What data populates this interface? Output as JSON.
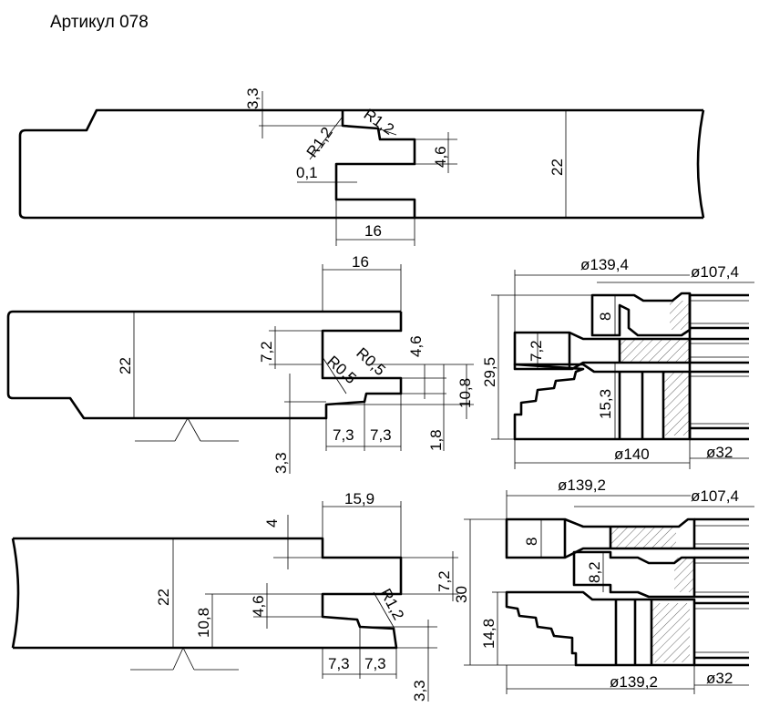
{
  "title": "Артикул 078",
  "view1": {
    "dims": {
      "d33": "3,3",
      "r12a": "R1,2",
      "r12b": "R1,2",
      "d46": "4,6",
      "d22": "22",
      "d01": "0,1",
      "d16": "16"
    }
  },
  "view2": {
    "dims": {
      "d16": "16",
      "d22": "22",
      "d72": "7,2",
      "d46": "4,6",
      "r05a": "R0,5",
      "r05b": "R0,5",
      "d108": "10,8",
      "d73a": "7,3",
      "d73b": "7,3",
      "d18": "1,8",
      "d33": "3,3"
    }
  },
  "view3": {
    "dims": {
      "d1394": "ø139,4",
      "d1074": "ø107,4",
      "d8": "8",
      "d72": "7,2",
      "d295": "29,5",
      "d153": "15,3",
      "d140": "ø140",
      "d32": "ø32"
    }
  },
  "view4": {
    "dims": {
      "d159": "15,9",
      "d4": "4",
      "d22": "22",
      "d72": "7,2",
      "d108": "10,8",
      "d46": "4,6",
      "r12": "R1,2",
      "d73a": "7,3",
      "d73b": "7,3",
      "d33": "3,3"
    }
  },
  "view5": {
    "dims": {
      "d1392a": "ø139,2",
      "d1074": "ø107,4",
      "d8": "8",
      "d82": "8,2",
      "d30": "30",
      "d148": "14,8",
      "d1392b": "ø139,2",
      "d32": "ø32"
    }
  }
}
